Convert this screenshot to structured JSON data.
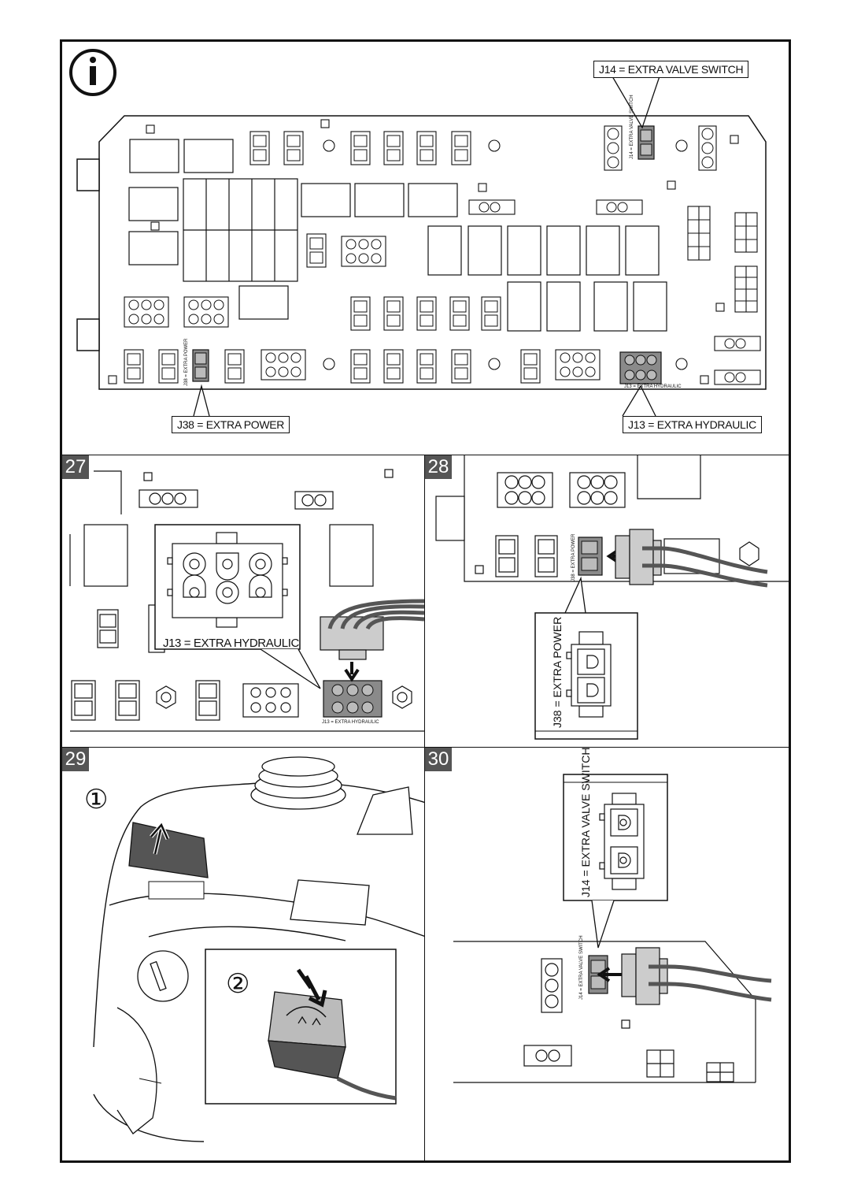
{
  "main": {
    "info_icon": "info-icon",
    "callouts": {
      "j14": "J14 = EXTRA VALVE SWITCH",
      "j38": "J38 = EXTRA POWER",
      "j13": "J13 = EXTRA HYDRAULIC"
    },
    "board_labels": {
      "j14_small": "J14 = EXTRA VALVE SWITCH",
      "j38_small": "J38 = EXTRA POWER",
      "j13_small": "J13 = EXTRA HYDRAULIC"
    }
  },
  "panels": [
    {
      "number": "27",
      "zoom_label": "J13 = EXTRA HYDRAULIC",
      "board_label": "J13 = EXTRA HYDRAULIC"
    },
    {
      "number": "28",
      "zoom_label": "J38 = EXTRA POWER",
      "board_label": "J38 = EXTRA POWER"
    },
    {
      "number": "29",
      "steps": [
        "①",
        "②"
      ]
    },
    {
      "number": "30",
      "zoom_label": "J14 = EXTRA VALVE SWITCH",
      "board_label": "J14 = EXTRA VALVE SWITCH"
    }
  ],
  "colors": {
    "line": "#111111",
    "highlight": "#8a8a8a",
    "panel_number_bg": "#555555",
    "paper": "#ffffff"
  }
}
